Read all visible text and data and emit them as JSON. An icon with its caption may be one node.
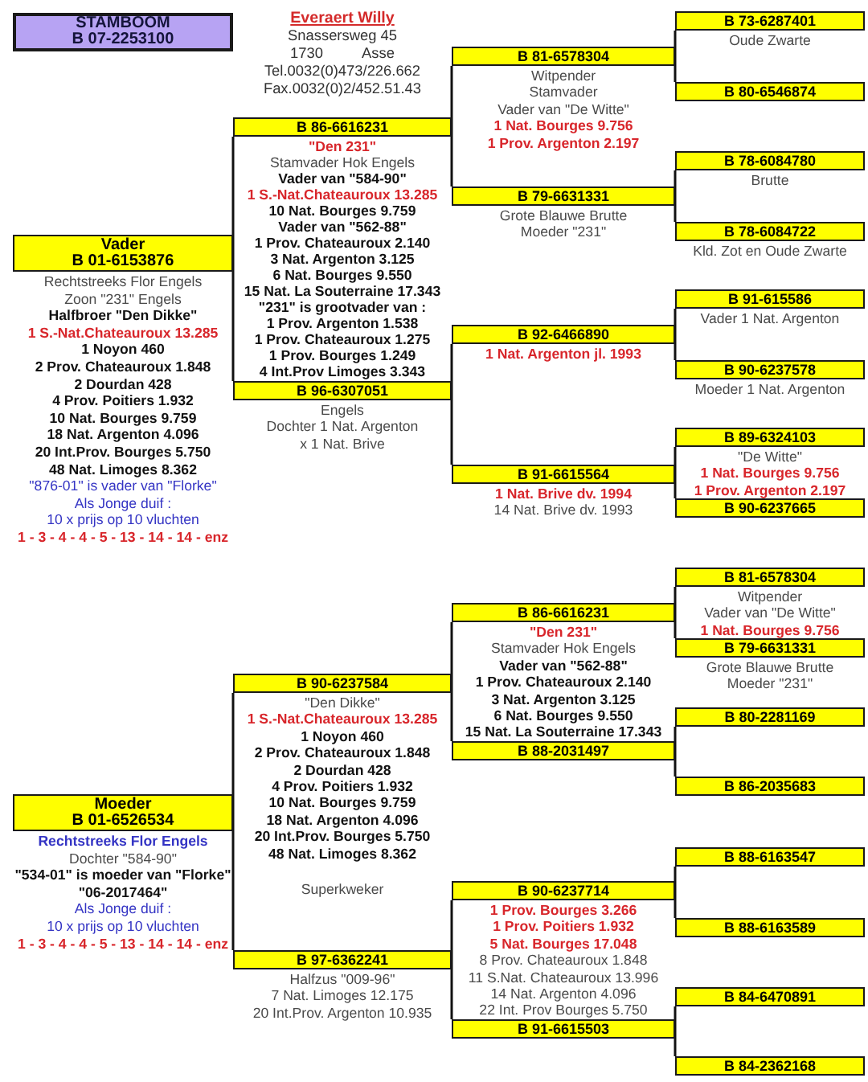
{
  "diagram": {
    "nodes": [
      {
        "text": [
          "STAMBOOM",
          "B 07-2253100"
        ]
      },
      {
        "text": [
          "Vader",
          "B 01-6153876"
        ],
        "beside": [
          "Rechtstreeks Flor Engels",
          "Zoon \"231\" Engels",
          "Halfbroer \"Den Dikke\"",
          "1 S.-Nat.Chateauroux 13.285",
          "1 Noyon 460",
          "2 Prov. Chateauroux 1.848",
          "2 Dourdan 428",
          "4 Prov. Poitiers 1.932",
          "10 Nat. Bourges 9.759",
          "18 Nat. Argenton 4.096",
          "20 Int.Prov. Bourges 5.750",
          "48 Nat. Limoges 8.362",
          "\"876-01\" is vader van \"Florke\"",
          "Als Jonge duif :",
          "10 x prijs op 10 vluchten",
          "1 - 3 - 4 - 4 - 5 - 13 - 14 - 14 - enz"
        ]
      },
      {
        "text": [
          "B 86-6616231"
        ],
        "beside": [
          "\"Den 231\"",
          "Stamvader Hok Engels",
          "Vader van \"584-90\"",
          "1 S.-Nat.Chateauroux 13.285",
          "10 Nat. Bourges 9.759",
          "Vader van \"562-88\"",
          "1 Prov. Chateauroux 2.140",
          "3 Nat. Argenton 3.125",
          "6 Nat. Bourges 9.550",
          "15 Nat. La Souterraine 17.343",
          "\"231\" is grootvader van :",
          "1 Prov. Argenton 1.538",
          "1 Prov. Chateauroux 1.275",
          "1 Prov. Bourges 1.249",
          "4 Int.Prov Limoges 3.343"
        ]
      },
      {
        "text": [
          "B 96-6307051"
        ],
        "beside": [
          "Engels",
          "Dochter 1 Nat. Argenton",
          "x 1 Nat. Brive"
        ]
      },
      {
        "text": [
          "B 81-6578304"
        ],
        "beside": [
          "Witpender",
          "Stamvader",
          "Vader van \"De Witte\"",
          "1 Nat. Bourges 9.756",
          "1 Prov. Argenton 2.197"
        ]
      },
      {
        "text": [
          "B 79-6631331"
        ],
        "beside": [
          "Grote Blauwe Brutte",
          "Moeder \"231\""
        ]
      },
      {
        "text": [
          "B 92-6466890"
        ],
        "beside": [
          "1 Nat. Argenton jl. 1993"
        ]
      },
      {
        "text": [
          "B 91-6615564"
        ],
        "beside": [
          "1 Nat. Brive dv. 1994",
          "14 Nat. Brive dv. 1993"
        ]
      },
      {
        "text": [
          "B 73-6287401"
        ],
        "beside": [
          "Oude Zwarte"
        ]
      },
      {
        "text": [
          "B 80-6546874"
        ]
      },
      {
        "text": [
          "B 78-6084780"
        ],
        "beside": [
          "Brutte"
        ]
      },
      {
        "text": [
          "B 78-6084722"
        ],
        "beside": [
          "Kld. Zot en Oude Zwarte"
        ]
      },
      {
        "text": [
          "B 91-615586"
        ],
        "beside": [
          "Vader 1 Nat. Argenton"
        ]
      },
      {
        "text": [
          "B 90-6237578"
        ],
        "beside": [
          "Moeder 1 Nat. Argenton"
        ]
      },
      {
        "text": [
          "B 89-6324103"
        ],
        "beside": [
          "\"De Witte\"",
          "1 Nat. Bourges 9.756",
          "1 Prov. Argenton 2.197"
        ]
      },
      {
        "text": [
          "B 90-6237665"
        ]
      },
      {
        "text": [
          "Moeder",
          "B 01-6526534"
        ],
        "beside": [
          "Rechtstreeks Flor Engels",
          "Dochter \"584-90\"",
          "\"534-01\" is moeder van \"Florke\"",
          "\"06-2017464\"",
          "Als Jonge duif :",
          "10 x prijs op 10 vluchten",
          "1 - 3 - 4 - 4 - 5 - 13 - 14 - 14 - enz"
        ]
      },
      {
        "text": [
          "B 90-6237584"
        ],
        "beside": [
          "\"Den Dikke\"",
          "1 S.-Nat.Chateauroux 13.285",
          "1 Noyon 460",
          "2 Prov. Chateauroux 1.848",
          "2 Dourdan 428",
          "4 Prov. Poitiers 1.932",
          "10 Nat. Bourges 9.759",
          "18 Nat. Argenton 4.096",
          "20 Int.Prov. Bourges 5.750",
          "48 Nat. Limoges 8.362",
          "Superkweker"
        ]
      },
      {
        "text": [
          "B 97-6362241"
        ],
        "beside": [
          "Halfzus \"009-96\"",
          "7 Nat. Limoges 12.175",
          "20 Int.Prov. Argenton 10.935"
        ]
      },
      {
        "text": [
          "B 86-6616231"
        ],
        "beside": [
          "\"Den 231\"",
          "Stamvader Hok Engels",
          "Vader van \"562-88\"",
          "1 Prov. Chateauroux 2.140",
          "3 Nat. Argenton 3.125",
          "6 Nat. Bourges 9.550",
          "15 Nat. La Souterraine 17.343"
        ]
      },
      {
        "text": [
          "B 88-2031497"
        ]
      },
      {
        "text": [
          "B 90-6237714"
        ],
        "beside": [
          "1 Prov. Bourges 3.266",
          "1 Prov. Poitiers 1.932",
          "5 Nat. Bourges 17.048",
          "8 Prov. Chateauroux 1.848",
          "11 S.Nat. Chateauroux 13.996",
          "14 Nat. Argenton 4.096",
          "22 Int. Prov Bourges 5.750"
        ]
      },
      {
        "text": [
          "B 91-6615503"
        ]
      },
      {
        "text": [
          "B 81-6578304"
        ],
        "beside": [
          "Witpender",
          "Vader van \"De Witte\"",
          "1 Nat. Bourges 9.756"
        ]
      },
      {
        "text": [
          "B 79-6631331"
        ],
        "beside": [
          "Grote Blauwe Brutte",
          "Moeder \"231\""
        ]
      },
      {
        "text": [
          "B 80-2281169"
        ]
      },
      {
        "text": [
          "B 86-2035683"
        ]
      },
      {
        "text": [
          "B 88-6163547"
        ]
      },
      {
        "text": [
          "B 88-6163589"
        ]
      },
      {
        "text": [
          "B 84-6470891"
        ]
      },
      {
        "text": [
          "B 84-2362168"
        ]
      }
    ],
    "edges": [
      {
        "from": 1,
        "to": 2,
        "arrow": "none"
      },
      {
        "from": 1,
        "to": 3,
        "arrow": "none"
      },
      {
        "from": 2,
        "to": 4,
        "arrow": "none"
      },
      {
        "from": 2,
        "to": 5,
        "arrow": "none"
      },
      {
        "from": 3,
        "to": 6,
        "arrow": "none"
      },
      {
        "from": 3,
        "to": 7,
        "arrow": "none"
      },
      {
        "from": 4,
        "to": 8,
        "arrow": "none"
      },
      {
        "from": 4,
        "to": 9,
        "arrow": "none"
      },
      {
        "from": 5,
        "to": 10,
        "arrow": "none"
      },
      {
        "from": 5,
        "to": 11,
        "arrow": "none"
      },
      {
        "from": 6,
        "to": 12,
        "arrow": "none"
      },
      {
        "from": 6,
        "to": 13,
        "arrow": "none"
      },
      {
        "from": 7,
        "to": 14,
        "arrow": "none"
      },
      {
        "from": 7,
        "to": 15,
        "arrow": "none"
      },
      {
        "from": 16,
        "to": 17,
        "arrow": "none"
      },
      {
        "from": 16,
        "to": 18,
        "arrow": "none"
      },
      {
        "from": 17,
        "to": 19,
        "arrow": "none"
      },
      {
        "from": 17,
        "to": 20,
        "arrow": "none"
      },
      {
        "from": 18,
        "to": 21,
        "arrow": "none"
      },
      {
        "from": 18,
        "to": 22,
        "arrow": "none"
      },
      {
        "from": 19,
        "to": 23,
        "arrow": "none"
      },
      {
        "from": 19,
        "to": 24,
        "arrow": "none"
      },
      {
        "from": 20,
        "to": 25,
        "arrow": "none"
      },
      {
        "from": 20,
        "to": 26,
        "arrow": "none"
      },
      {
        "from": 21,
        "to": 27,
        "arrow": "none"
      },
      {
        "from": 21,
        "to": 28,
        "arrow": "none"
      },
      {
        "from": 22,
        "to": 29,
        "arrow": "none"
      },
      {
        "from": 22,
        "to": 30,
        "arrow": "none"
      }
    ],
    "labels": [
      "Everaert Willy",
      "Snassersweg 45",
      "1730 Asse",
      "Tel.0032(0)473/226.662",
      "Fax.0032(0)2/452.51.43"
    ]
  }
}
